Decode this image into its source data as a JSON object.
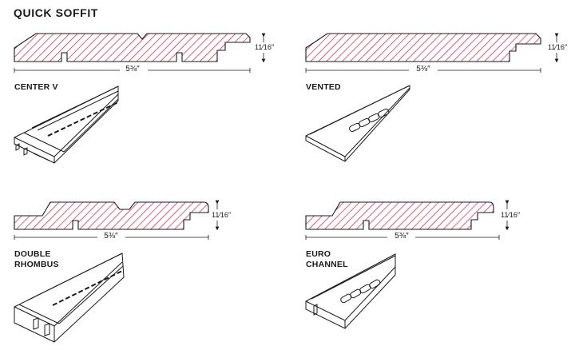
{
  "title": "QUICK SOFFIT",
  "profiles": [
    {
      "name_lines": [
        "CENTER V"
      ],
      "width_label": "5⅜″",
      "thickness_label": "11⁄16″"
    },
    {
      "name_lines": [
        "VENTED"
      ],
      "width_label": "5⅜″",
      "thickness_label": "11⁄16″"
    },
    {
      "name_lines": [
        "DOUBLE",
        "RHOMBUS"
      ],
      "width_label": "5⅜″",
      "thickness_label": "11⁄16″"
    },
    {
      "name_lines": [
        "EURO",
        "CHANNEL"
      ],
      "width_label": "5⅜″",
      "thickness_label": "11⁄16″"
    }
  ],
  "colors": {
    "hatch": "#c8102e",
    "outline": "#1a1a1a"
  }
}
